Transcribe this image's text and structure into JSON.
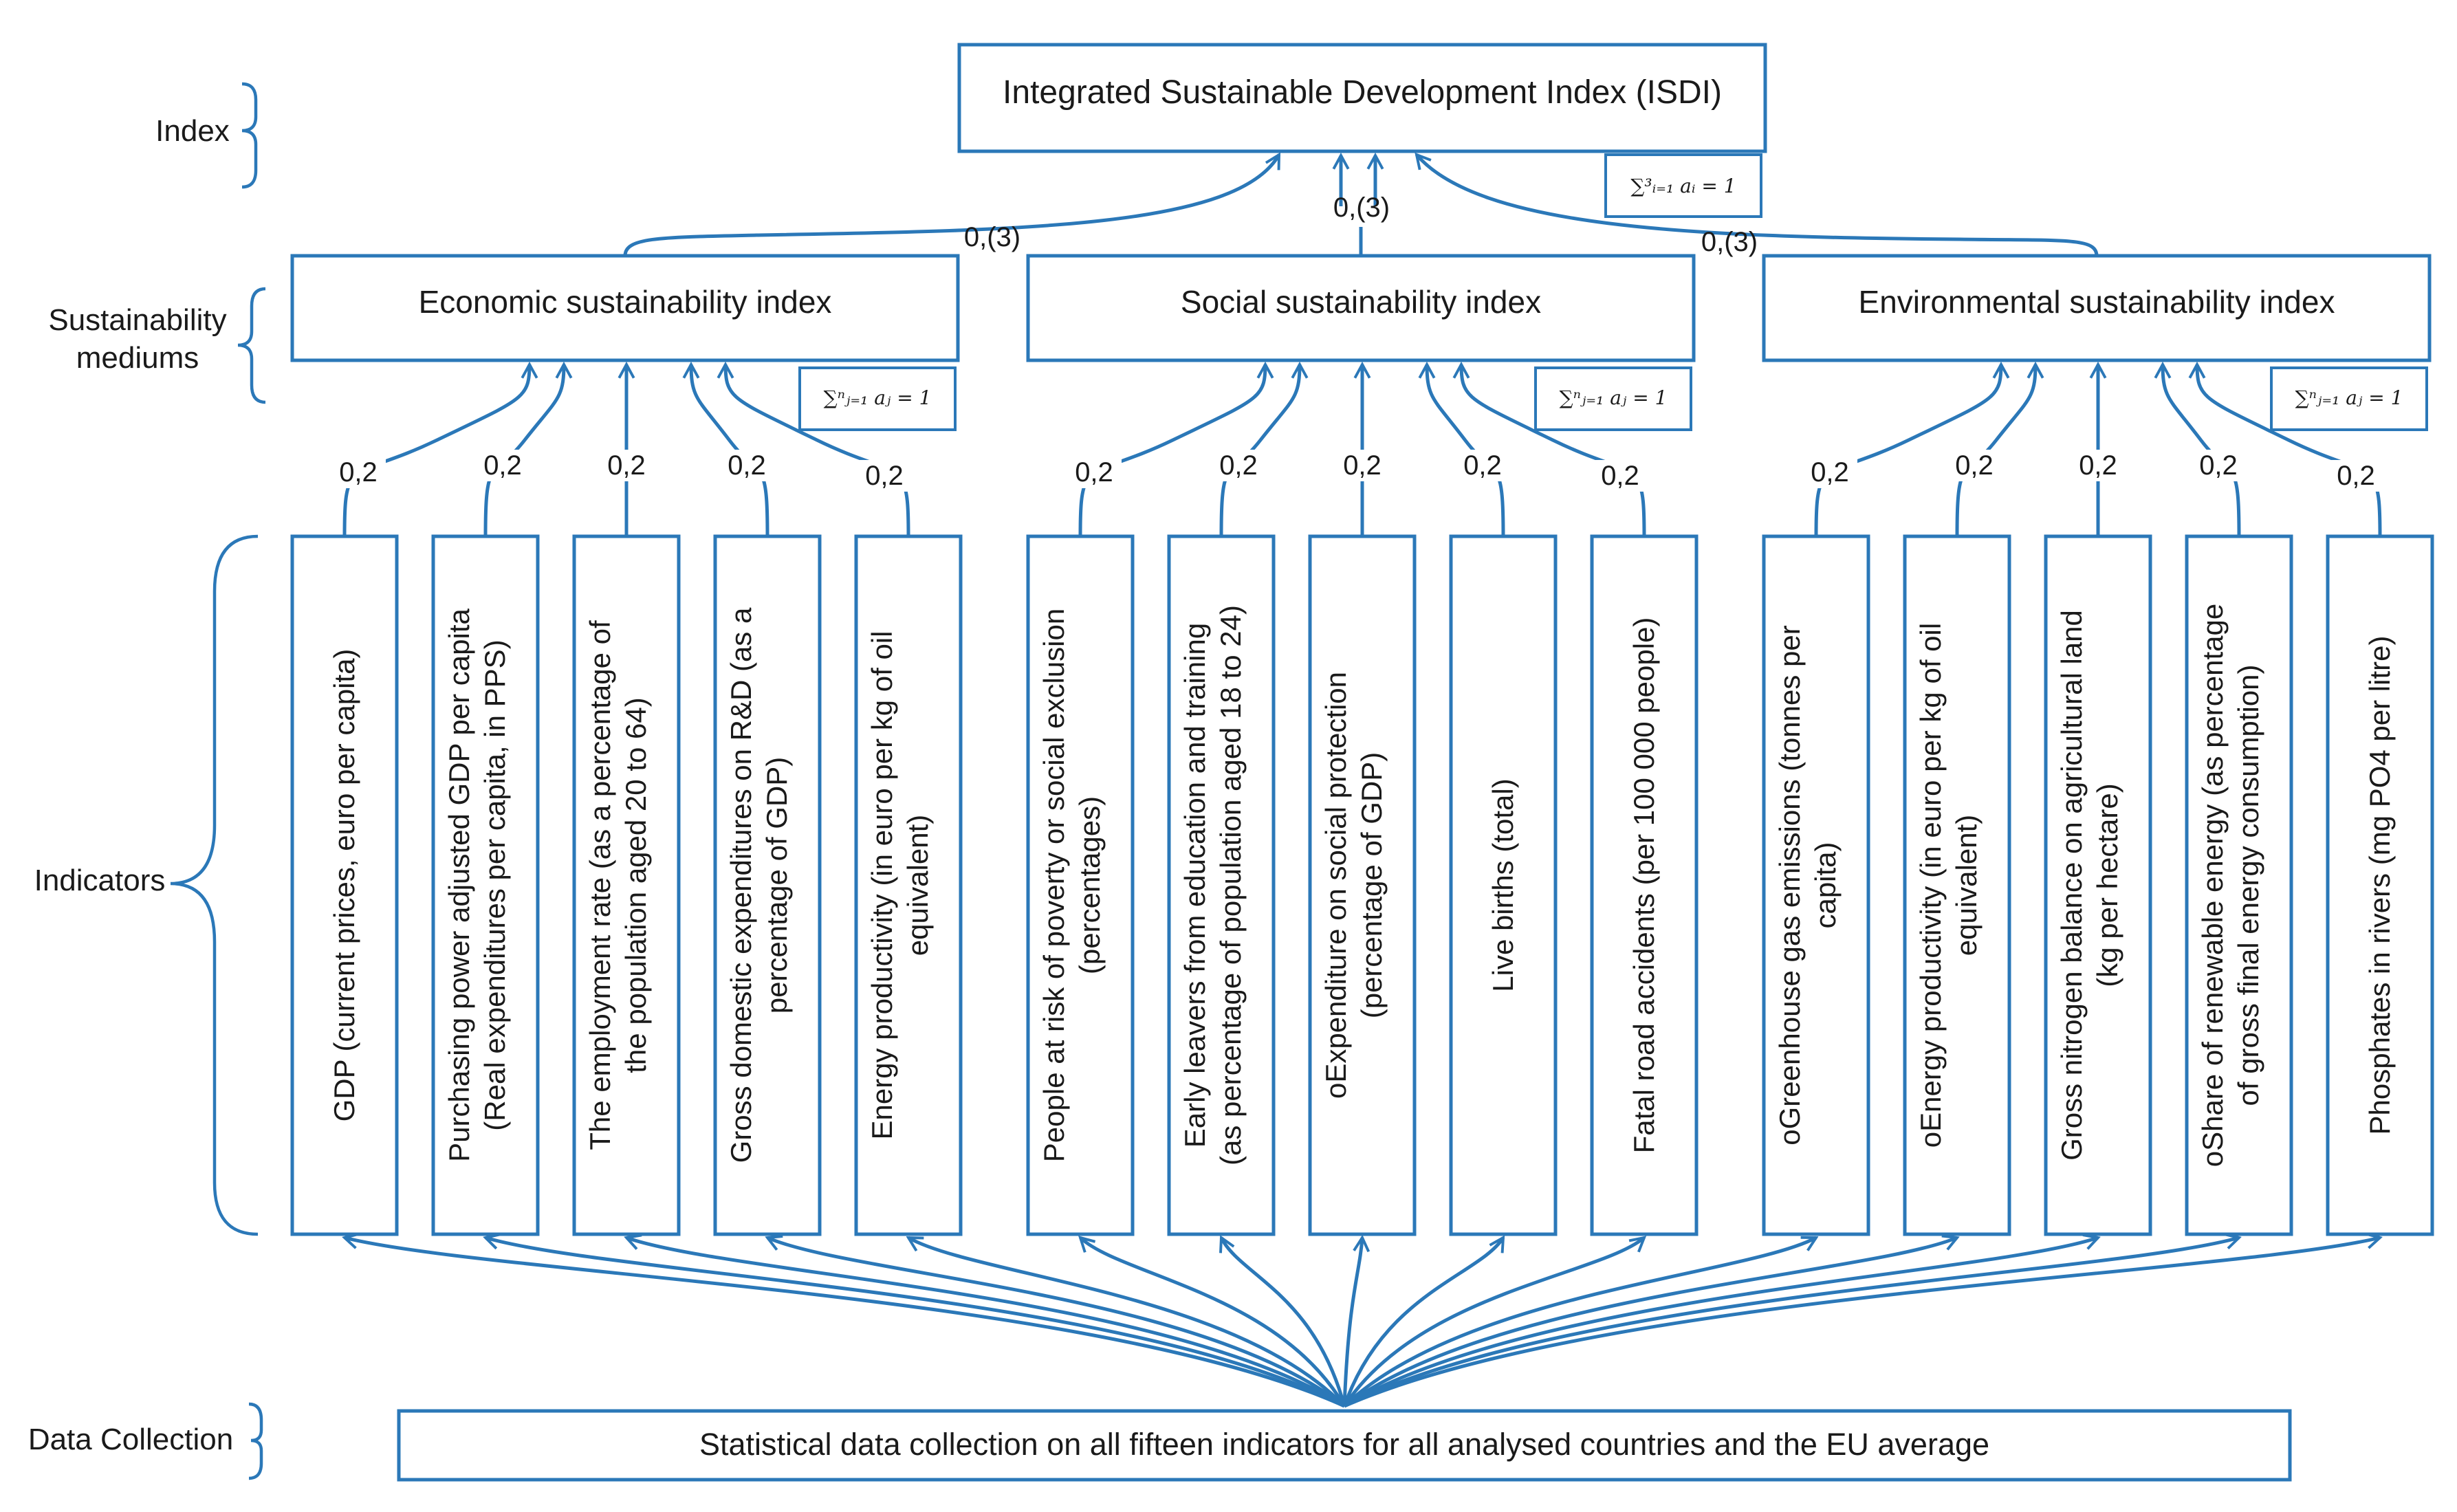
{
  "side_labels": {
    "index": "Index",
    "sustainability_line1": "Sustainability",
    "sustainability_line2": "mediums",
    "indicators": "Indicators",
    "data_collection": "Data Collection"
  },
  "index_box": {
    "title": "Integrated Sustainable Development Index (ISDI)",
    "sum": "∑³ᵢ₌₁ aᵢ = 1",
    "weight": "0,(3)"
  },
  "mediums": [
    {
      "title": "Economic sustainability index",
      "sum": "∑ⁿⱼ₌₁ aⱼ = 1",
      "weight": "0,(3)"
    },
    {
      "title": "Social sustainability index",
      "sum": "∑ⁿⱼ₌₁ aⱼ = 1"
    },
    {
      "title": "Environmental sustainability index",
      "sum": "∑ⁿⱼ₌₁ aⱼ = 1",
      "weight": "0,(3)"
    }
  ],
  "indicators": [
    {
      "line1": "GDP (current prices, euro per capita)",
      "line2": "",
      "weight": "0,2"
    },
    {
      "line1": "Purchasing power adjusted GDP per capita",
      "line2": "(Real expenditures per capita, in PPS)",
      "weight": "0,2"
    },
    {
      "line1": "The employment rate (as a percentage of",
      "line2": "the population aged 20 to 64)",
      "weight": "0,2"
    },
    {
      "line1": "Gross domestic expenditures on R&D (as a",
      "line2": "percentage of GDP)",
      "weight": "0,2"
    },
    {
      "line1": "Energy productivity (in euro per kg of oil",
      "line2": "equivalent)",
      "weight": "0,2"
    },
    {
      "line1": "People at risk of poverty or social exclusion",
      "line2": "(percentages)",
      "weight": "0,2"
    },
    {
      "line1": "Early leavers from education and training",
      "line2": "(as percentage of population aged 18 to 24)",
      "weight": "0,2"
    },
    {
      "line1": "oExpenditure on social protection",
      "line2": "(percentage of GDP)",
      "weight": "0,2"
    },
    {
      "line1": "Live births (total)",
      "line2": "",
      "weight": "0,2"
    },
    {
      "line1": "Fatal road accidents (per 100 000 people)",
      "line2": "",
      "weight": "0,2"
    },
    {
      "line1": "oGreenhouse gas emissions (tonnes per",
      "line2": "capita)",
      "weight": "0,2"
    },
    {
      "line1": "oEnergy productivity (in euro per kg of oil",
      "line2": "equivalent)",
      "weight": "0,2"
    },
    {
      "line1": "Gross nitrogen balance on agricultural land",
      "line2": "(kg per hectare)",
      "weight": "0,2"
    },
    {
      "line1": "oShare of renewable energy (as percentage",
      "line2": "of gross final energy consumption)",
      "weight": "0,2"
    },
    {
      "line1": "Phosphates in rivers (mg PO4 per litre)",
      "line2": "",
      "weight": "0,2"
    }
  ],
  "data_collection_box": {
    "text": "Statistical data collection on all fifteen indicators for all analysed countries and the EU average"
  }
}
